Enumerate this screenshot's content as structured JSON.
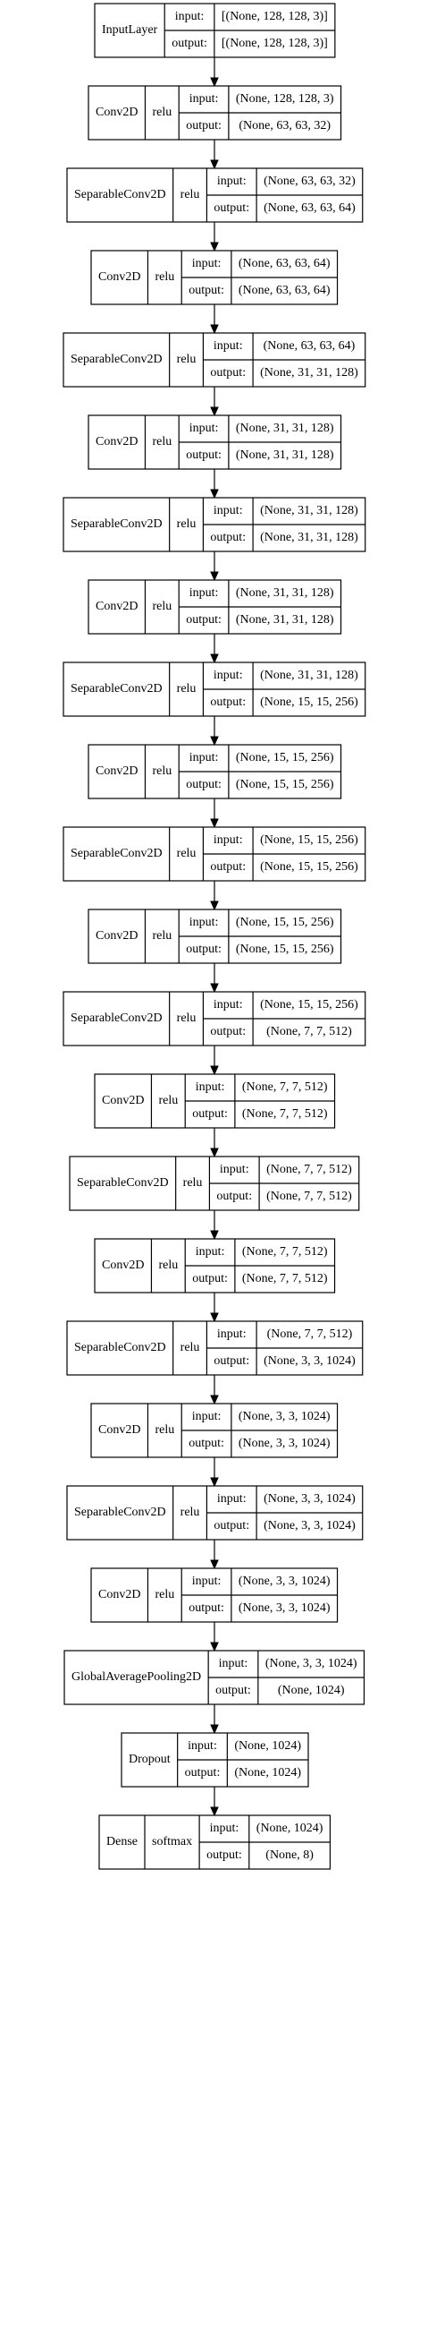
{
  "title": "",
  "labels": {
    "input": "input:",
    "output": "output:"
  },
  "layers": [
    {
      "name": "InputLayer",
      "activation": "",
      "input": "[(None, 128, 128, 3)]",
      "output": "[(None, 128, 128, 3)]"
    },
    {
      "name": "Conv2D",
      "activation": "relu",
      "input": "(None, 128, 128, 3)",
      "output": "(None, 63, 63, 32)"
    },
    {
      "name": "SeparableConv2D",
      "activation": "relu",
      "input": "(None, 63, 63, 32)",
      "output": "(None, 63, 63, 64)"
    },
    {
      "name": "Conv2D",
      "activation": "relu",
      "input": "(None, 63, 63, 64)",
      "output": "(None, 63, 63, 64)"
    },
    {
      "name": "SeparableConv2D",
      "activation": "relu",
      "input": "(None, 63, 63, 64)",
      "output": "(None, 31, 31, 128)"
    },
    {
      "name": "Conv2D",
      "activation": "relu",
      "input": "(None, 31, 31, 128)",
      "output": "(None, 31, 31, 128)"
    },
    {
      "name": "SeparableConv2D",
      "activation": "relu",
      "input": "(None, 31, 31, 128)",
      "output": "(None, 31, 31, 128)"
    },
    {
      "name": "Conv2D",
      "activation": "relu",
      "input": "(None, 31, 31, 128)",
      "output": "(None, 31, 31, 128)"
    },
    {
      "name": "SeparableConv2D",
      "activation": "relu",
      "input": "(None, 31, 31, 128)",
      "output": "(None, 15, 15, 256)"
    },
    {
      "name": "Conv2D",
      "activation": "relu",
      "input": "(None, 15, 15, 256)",
      "output": "(None, 15, 15, 256)"
    },
    {
      "name": "SeparableConv2D",
      "activation": "relu",
      "input": "(None, 15, 15, 256)",
      "output": "(None, 15, 15, 256)"
    },
    {
      "name": "Conv2D",
      "activation": "relu",
      "input": "(None, 15, 15, 256)",
      "output": "(None, 15, 15, 256)"
    },
    {
      "name": "SeparableConv2D",
      "activation": "relu",
      "input": "(None, 15, 15, 256)",
      "output": "(None, 7, 7, 512)"
    },
    {
      "name": "Conv2D",
      "activation": "relu",
      "input": "(None, 7, 7, 512)",
      "output": "(None, 7, 7, 512)"
    },
    {
      "name": "SeparableConv2D",
      "activation": "relu",
      "input": "(None, 7, 7, 512)",
      "output": "(None, 7, 7, 512)"
    },
    {
      "name": "Conv2D",
      "activation": "relu",
      "input": "(None, 7, 7, 512)",
      "output": "(None, 7, 7, 512)"
    },
    {
      "name": "SeparableConv2D",
      "activation": "relu",
      "input": "(None, 7, 7, 512)",
      "output": "(None, 3, 3, 1024)"
    },
    {
      "name": "Conv2D",
      "activation": "relu",
      "input": "(None, 3, 3, 1024)",
      "output": "(None, 3, 3, 1024)"
    },
    {
      "name": "SeparableConv2D",
      "activation": "relu",
      "input": "(None, 3, 3, 1024)",
      "output": "(None, 3, 3, 1024)"
    },
    {
      "name": "Conv2D",
      "activation": "relu",
      "input": "(None, 3, 3, 1024)",
      "output": "(None, 3, 3, 1024)"
    },
    {
      "name": "GlobalAveragePooling2D",
      "activation": "",
      "input": "(None, 3, 3, 1024)",
      "output": "(None, 1024)"
    },
    {
      "name": "Dropout",
      "activation": "",
      "input": "(None, 1024)",
      "output": "(None, 1024)"
    },
    {
      "name": "Dense",
      "activation": "softmax",
      "input": "(None, 1024)",
      "output": "(None, 8)"
    }
  ]
}
